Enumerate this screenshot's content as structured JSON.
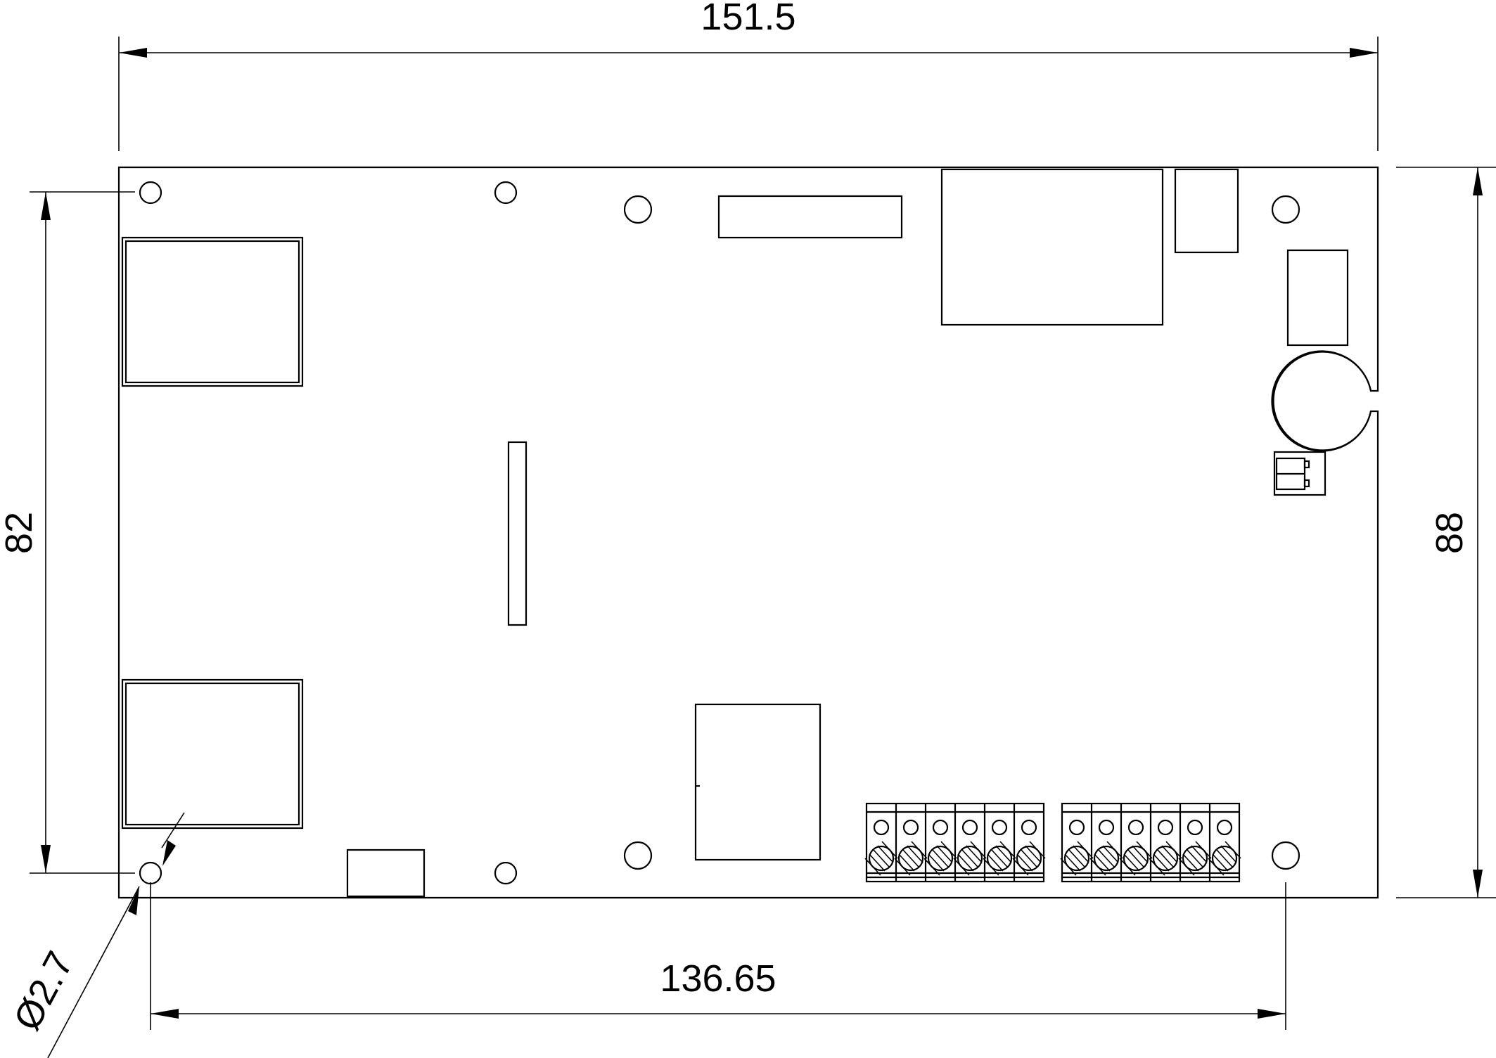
{
  "dimensions": {
    "overall_width": "151.5",
    "overall_height": "88",
    "hole_vertical_spacing": "82",
    "hole_horizontal_spacing": "136.65",
    "hole_diameter": "Ø2.7"
  },
  "terminal_blocks": [
    {
      "pins": 6
    },
    {
      "pins": 6
    }
  ]
}
